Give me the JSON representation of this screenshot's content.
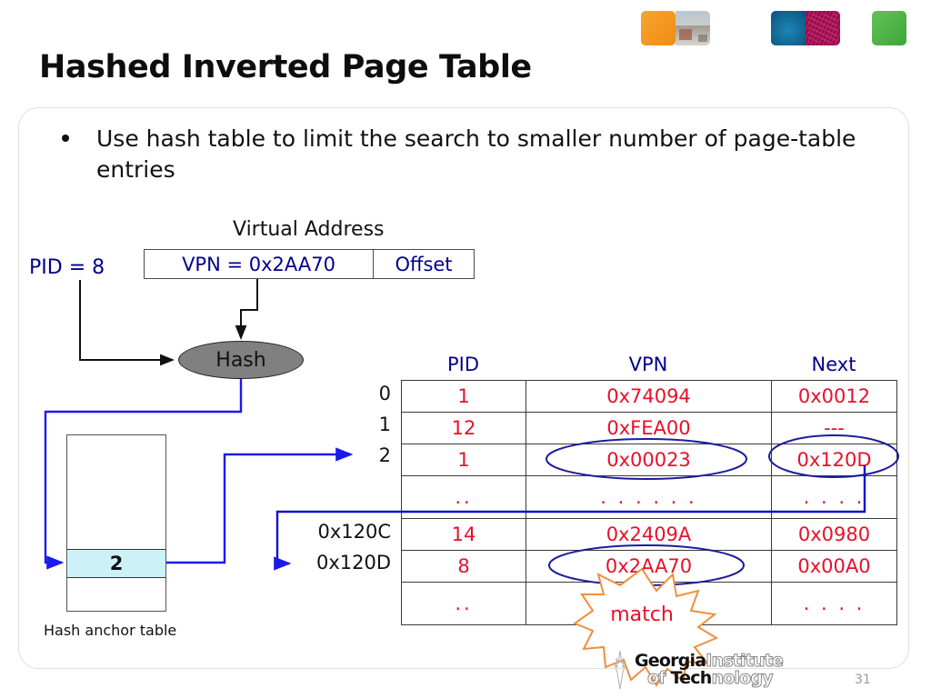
{
  "slide": {
    "title": "Hashed Inverted Page Table",
    "number": "31",
    "bullet": "Use hash table to limit the search to smaller number of page-table entries"
  },
  "decorations": [
    {
      "name": "orange-square",
      "color": "#f08c12"
    },
    {
      "name": "photo-street-thumbnail",
      "color": "#b9c6d4"
    },
    {
      "name": "blue-square",
      "color": "#11628e"
    },
    {
      "name": "photo-circuit-thumbnail",
      "color": "#a11455"
    },
    {
      "name": "green-square",
      "color": "#3da63a"
    }
  ],
  "virtual_address": {
    "caption": "Virtual Address",
    "vpn_field": "VPN = 0x2AA70",
    "offset_field": "Offset",
    "pid_label": "PID = 8"
  },
  "hash": {
    "label": "Hash"
  },
  "hash_anchor_table": {
    "caption": "Hash anchor table",
    "highlighted_value": "2"
  },
  "page_table": {
    "headers": [
      "PID",
      "VPN",
      "Next"
    ],
    "rows": [
      {
        "index": "0",
        "pid": "1",
        "vpn": "0x74094",
        "next": "0x0012"
      },
      {
        "index": "1",
        "pid": "12",
        "vpn": "0xFEA00",
        "next": "---"
      },
      {
        "index": "2",
        "pid": "1",
        "vpn": "0x00023",
        "next": "0x120D"
      },
      {
        "index": "",
        "pid": "..",
        "vpn": ". . . . . .",
        "next": ". . . ."
      },
      {
        "index": "0x120C",
        "pid": "14",
        "vpn": "0x2409A",
        "next": "0x0980"
      },
      {
        "index": "0x120D",
        "pid": "8",
        "vpn": "0x2AA70",
        "next": "0x00A0"
      },
      {
        "index": "",
        "pid": "..",
        "vpn": "",
        "next": ". . . ."
      }
    ]
  },
  "annotations": {
    "match_label": "match"
  },
  "footer": {
    "logo_line1_solid": "Georgia",
    "logo_line1_outline": "Institute",
    "logo_line2_outline_prefix": "of ",
    "logo_line2_solid": "Tech",
    "logo_line2_outline_suffix": "nology"
  },
  "colors": {
    "value_red": "#e8102a",
    "label_blue": "#00008f",
    "arrow_blue": "#1a1aee",
    "highlight_cyan": "#ccf2f8",
    "hash_gray": "#808080",
    "burst_orange": "#ef8f3c",
    "box_border": "#e6e0d2"
  }
}
